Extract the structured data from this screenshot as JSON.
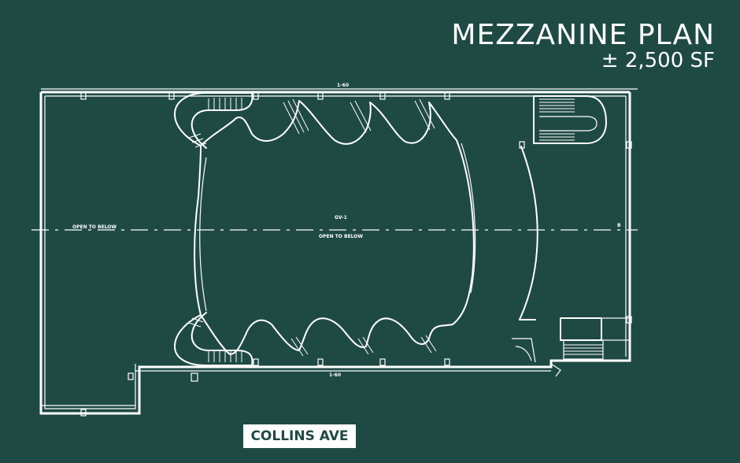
{
  "header": {
    "title": "MEZZANINE PLAN",
    "subtitle": "± 2,500 SF"
  },
  "street": {
    "label": "COLLINS AVE"
  },
  "plan_labels": {
    "open_left": "OPEN TO BELOW",
    "open_center": "OPEN TO BELOW",
    "room_tag": "GV-1",
    "top_dim": "1-60",
    "bottom_dim": "1-60",
    "right_tag": "B"
  },
  "colors": {
    "background": "#1f4a44",
    "linework": "#ffffff",
    "label_bg": "#ffffff",
    "label_text": "#1f4a44"
  }
}
